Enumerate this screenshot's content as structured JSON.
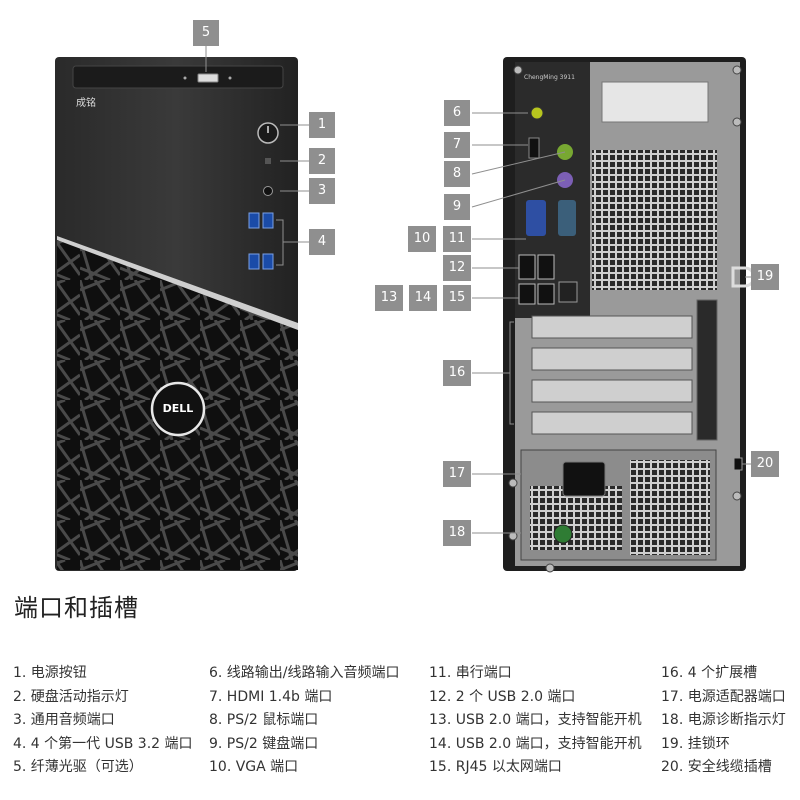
{
  "front": {
    "brand_text": "成铭",
    "logo_text": "DELL",
    "callouts": [
      "5",
      "1",
      "2",
      "3",
      "4"
    ]
  },
  "rear": {
    "model_text": "ChengMing 3911",
    "callouts": [
      "6",
      "7",
      "8",
      "9",
      "10",
      "11",
      "12",
      "13",
      "14",
      "15",
      "16",
      "17",
      "18",
      "19",
      "20"
    ]
  },
  "section_title": "端口和插槽",
  "legend": {
    "col1": [
      "1. 电源按钮",
      "2. 硬盘活动指示灯",
      "3. 通用音频端口",
      "4. 4 个第一代 USB 3.2 端口",
      "5. 纤薄光驱（可选）"
    ],
    "col2": [
      "6. 线路输出/线路输入音频端口",
      "7. HDMI 1.4b 端口",
      "8. PS/2 鼠标端口",
      "9. PS/2 键盘端口",
      "10. VGA 端口"
    ],
    "col3": [
      "11. 串行端口",
      "12. 2 个 USB 2.0 端口",
      "13. USB 2.0 端口，支持智能开机",
      "14. USB 2.0 端口，支持智能开机",
      "15. RJ45 以太网端口"
    ],
    "col4": [
      "16. 4 个扩展槽",
      "17. 电源适配器端口",
      "18. 电源诊断指示灯",
      "19. 挂锁环",
      "20. 安全线缆插槽"
    ]
  }
}
